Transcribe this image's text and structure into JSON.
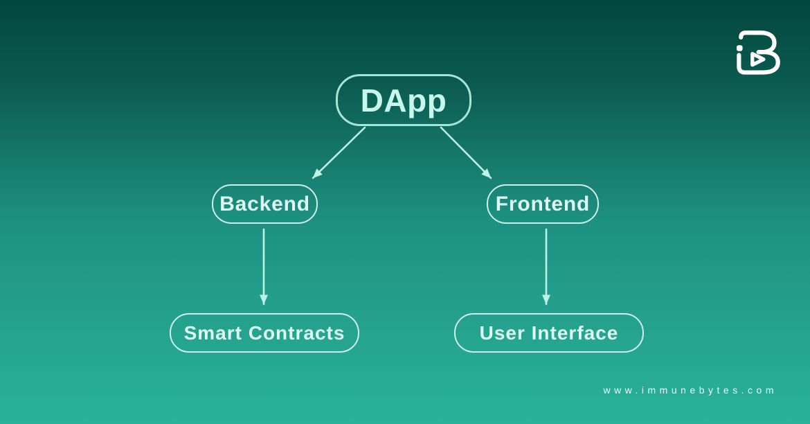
{
  "page": {
    "background": {
      "gradient_top": "#03463E",
      "gradient_mid": "#1D9181",
      "gradient_bottom": "#2BB29B"
    },
    "accent_text_color": "#C6F8EB",
    "node_text_color": "#DEF9F1",
    "arrow_color": "#BDF3E6",
    "logo_color": "#FFFFFF"
  },
  "diagram": {
    "type": "flowchart",
    "nodes": [
      {
        "id": "dapp",
        "label": "DApp",
        "level": 0
      },
      {
        "id": "backend",
        "label": "Backend",
        "level": 1
      },
      {
        "id": "frontend",
        "label": "Frontend",
        "level": 1
      },
      {
        "id": "smart-contracts",
        "label": "Smart Contracts",
        "level": 2
      },
      {
        "id": "user-interface",
        "label": "User Interface",
        "level": 2
      }
    ],
    "edges": [
      {
        "from": "dapp",
        "to": "backend"
      },
      {
        "from": "dapp",
        "to": "frontend"
      },
      {
        "from": "backend",
        "to": "smart-contracts"
      },
      {
        "from": "frontend",
        "to": "user-interface"
      }
    ]
  },
  "branding": {
    "logo_name": "immunebytes-logo",
    "website": "www.immunebytes.com"
  }
}
